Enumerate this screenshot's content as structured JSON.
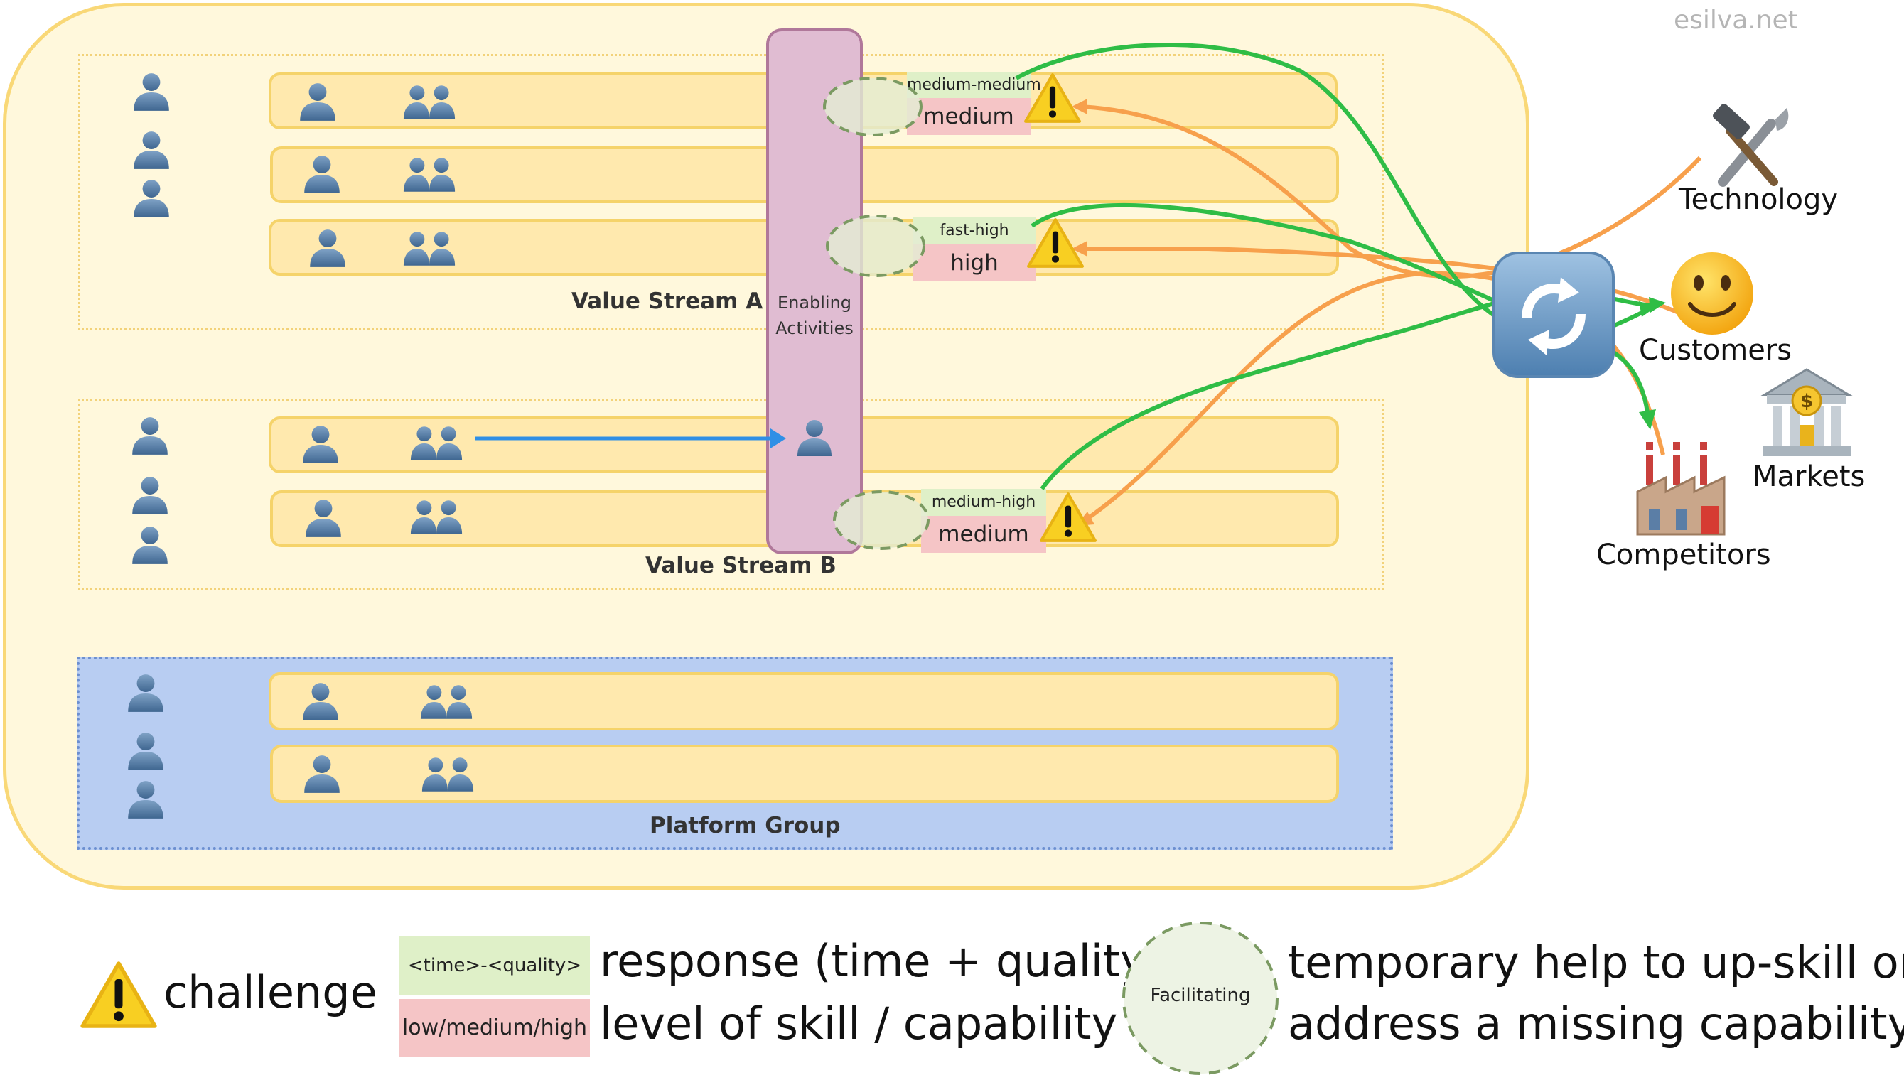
{
  "watermark": "esilva.net",
  "streams": {
    "a_label": "Value Stream A",
    "b_label": "Value Stream B",
    "platform_label": "Platform Group"
  },
  "enabling": {
    "line1": "Enabling",
    "line2": "Activities"
  },
  "responses": [
    {
      "response": "medium-medium",
      "skill": "medium"
    },
    {
      "response": "fast-high",
      "skill": "high"
    },
    {
      "response": "medium-high",
      "skill": "medium"
    }
  ],
  "external": {
    "technology": "Technology",
    "customers": "Customers",
    "markets": "Markets",
    "competitors": "Competitors"
  },
  "legend": {
    "challenge": "challenge",
    "response_chip": "<time>-<quality>",
    "response_text": "response (time + quality)",
    "skill_chip": "low/medium/high",
    "skill_text": "level of skill / capability",
    "facilitating_chip": "Facilitating",
    "facilitating_line1": "temporary help to up-skill or",
    "facilitating_line2": "address a missing capability"
  },
  "colors": {
    "outer_fill": "#fff8dc",
    "lane_fill": "#ffe9ae",
    "platform_fill": "#b8cdf2",
    "enabling_fill": "#e0bcd2",
    "response_green": "#dff0c8",
    "skill_red": "#f5c5c6",
    "arrow_orange": "#f7a04c",
    "arrow_green": "#2fbd46",
    "arrow_blue": "#2f8fe6"
  },
  "icons": {
    "person": "person-icon",
    "team": "team-icon",
    "warning": "warning-icon",
    "tools": "hammer-wrench-icon",
    "smiley": "smiley-icon",
    "bank": "bank-icon",
    "factory": "factory-icon",
    "cycle": "cycle-icon"
  }
}
